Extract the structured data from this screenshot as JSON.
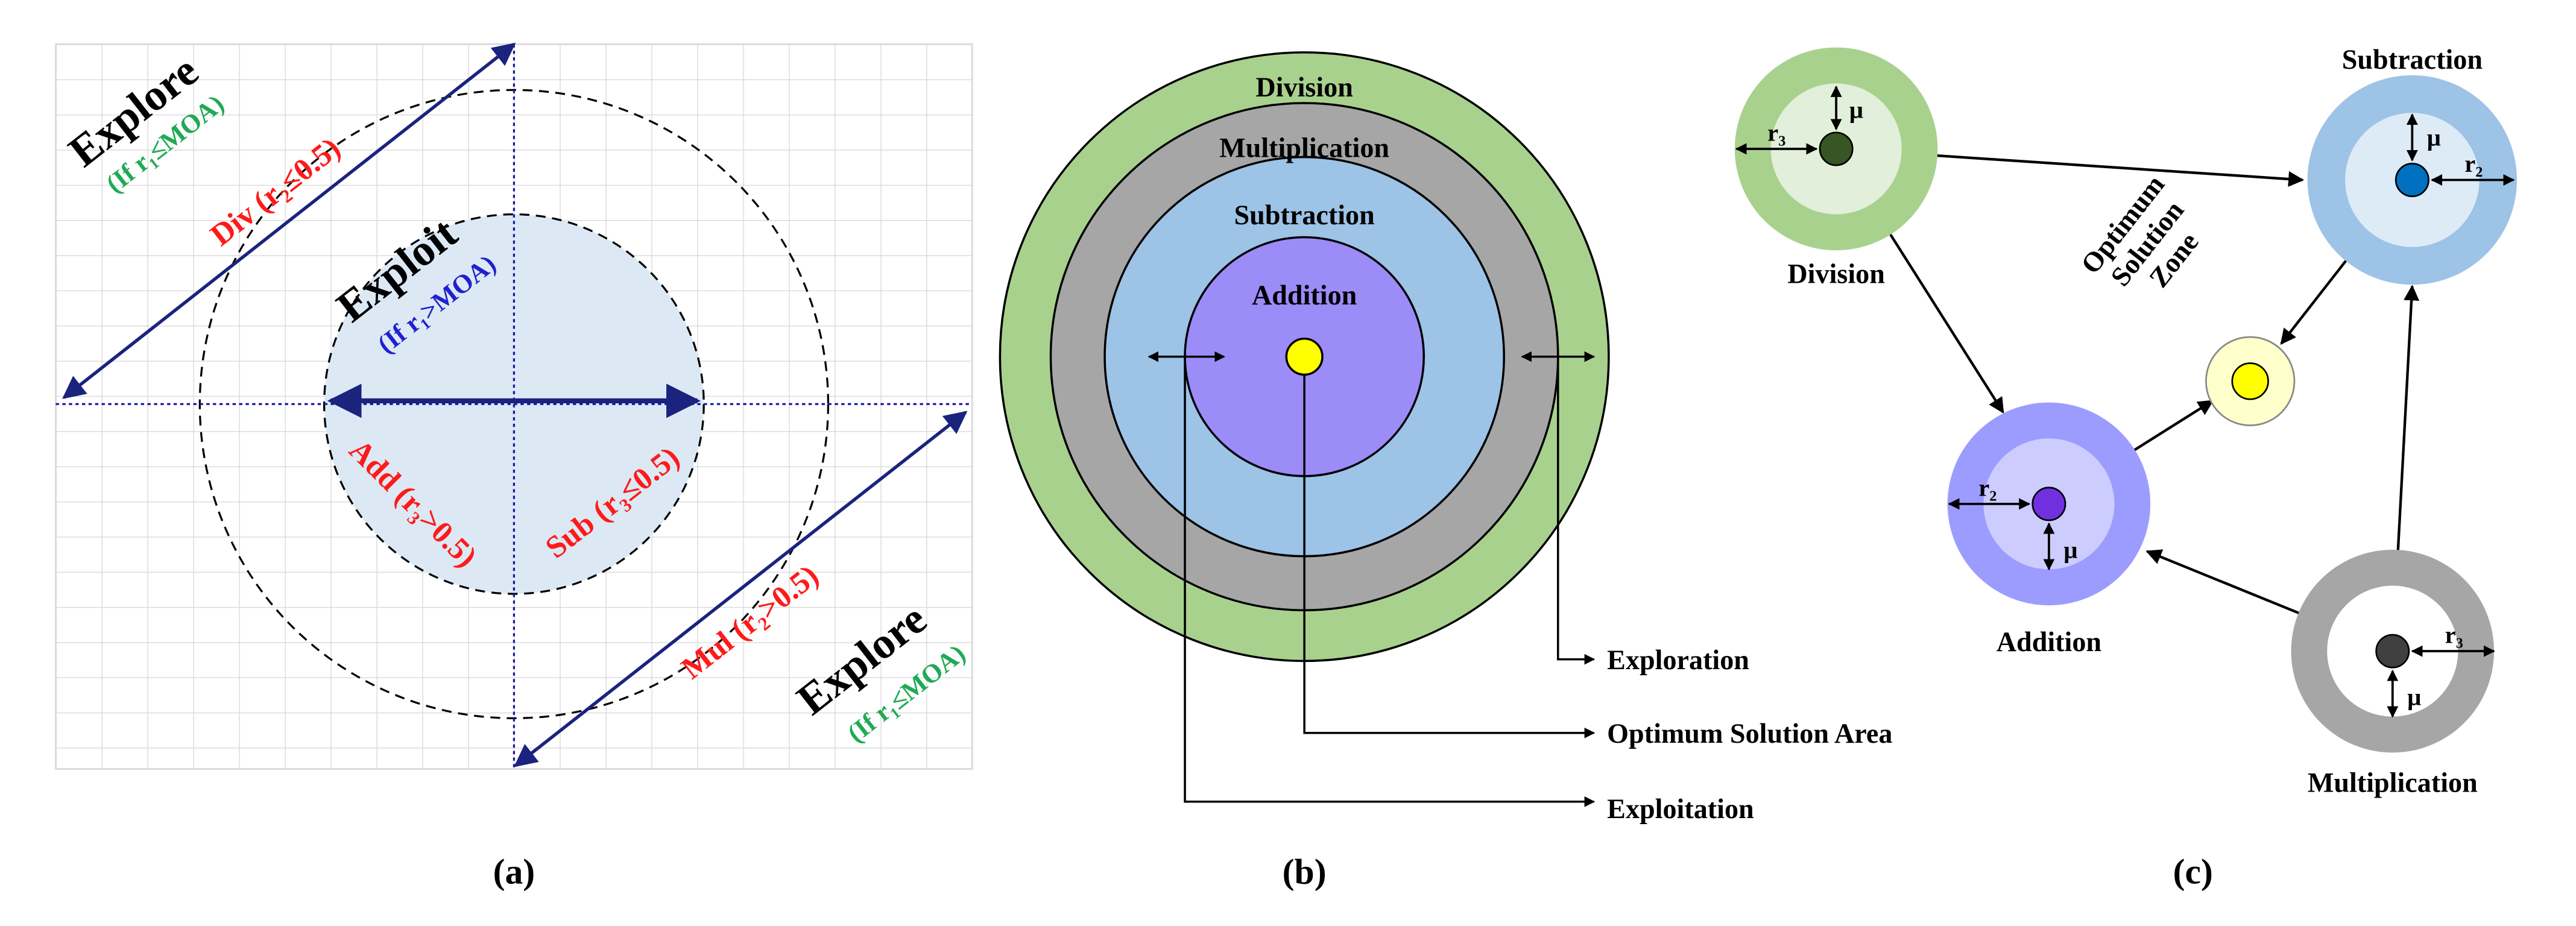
{
  "panel_a": {
    "explore_label": "Explore",
    "explore_condition": "(If r₁≤MOA)",
    "exploit_label": "Exploit",
    "exploit_condition": "(If r₁>MOA)",
    "div_label": "Div (r₂≤0.5)",
    "mul_label": "Mul (r₂>0.5)",
    "add_label": "Add (r₃>0.5)",
    "sub_label": "Sub (r₃≤0.5)",
    "caption": "(a)",
    "colors": {
      "grid": "#d9d9d9",
      "inner_fill": "#dce9f5",
      "arrow": "#1a237e",
      "axis": "#1a1aa6",
      "red_label": "#ff1a1a",
      "green_label": "#1faa55",
      "blue_label": "#2020d0"
    }
  },
  "panel_b": {
    "ring_division": "Division",
    "ring_multiplication": "Multiplication",
    "ring_subtraction": "Subtraction",
    "ring_addition": "Addition",
    "callout_exploration": "Exploration",
    "callout_optimum": "Optimum Solution Area",
    "callout_exploitation": "Exploitation",
    "caption": "(b)",
    "colors": {
      "division": "#a9d18e",
      "multiplication": "#a6a6a6",
      "subtraction": "#9dc3e6",
      "addition": "#9c8cf8",
      "center": "#ffff00"
    }
  },
  "panel_c": {
    "division_label": "Division",
    "subtraction_label": "Subtraction",
    "addition_label": "Addition",
    "multiplication_label": "Multiplication",
    "optimum_zone_label": "Optimum\nSolution\nZone",
    "r3": "r₃",
    "r2": "r₂",
    "mu": "μ",
    "caption": "(c)",
    "colors": {
      "division_outer": "#a9d18e",
      "division_inner": "#e2efda",
      "division_dot": "#375623",
      "subtraction_outer": "#9dc3e6",
      "subtraction_inner": "#ddebf7",
      "subtraction_dot": "#0070c0",
      "addition_outer": "#9c9cff",
      "addition_inner": "#ccccff",
      "addition_dot": "#7030e0",
      "multiplication_outer": "#a6a6a6",
      "multiplication_inner": "#ffffff",
      "multiplication_dot": "#404040",
      "zone_outer": "#ffffcc",
      "zone_dot": "#ffff00"
    }
  }
}
